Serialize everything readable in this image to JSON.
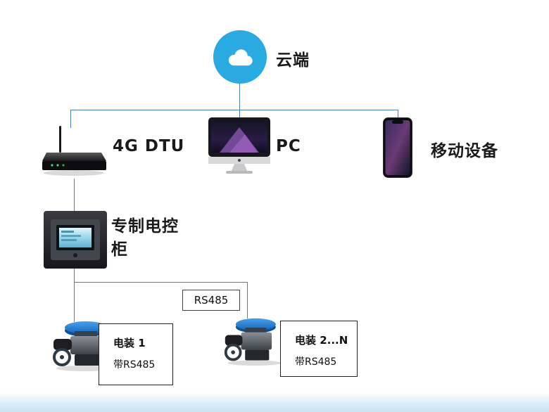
{
  "colors": {
    "line": "#4a7fc1",
    "cloud_fill": "#29abe2",
    "background": "#ffffff"
  },
  "cloud": {
    "label": "云端"
  },
  "tier1": [
    {
      "label": "4G DTU"
    },
    {
      "label": "PC"
    },
    {
      "label": "移动设备"
    }
  ],
  "cabinet": {
    "label": "专制电控柜"
  },
  "bus": {
    "label": "RS485"
  },
  "actuators": [
    {
      "name": "电装 1",
      "feature": "带RS485"
    },
    {
      "name": "电装 2...N",
      "feature": "带RS485"
    }
  ]
}
